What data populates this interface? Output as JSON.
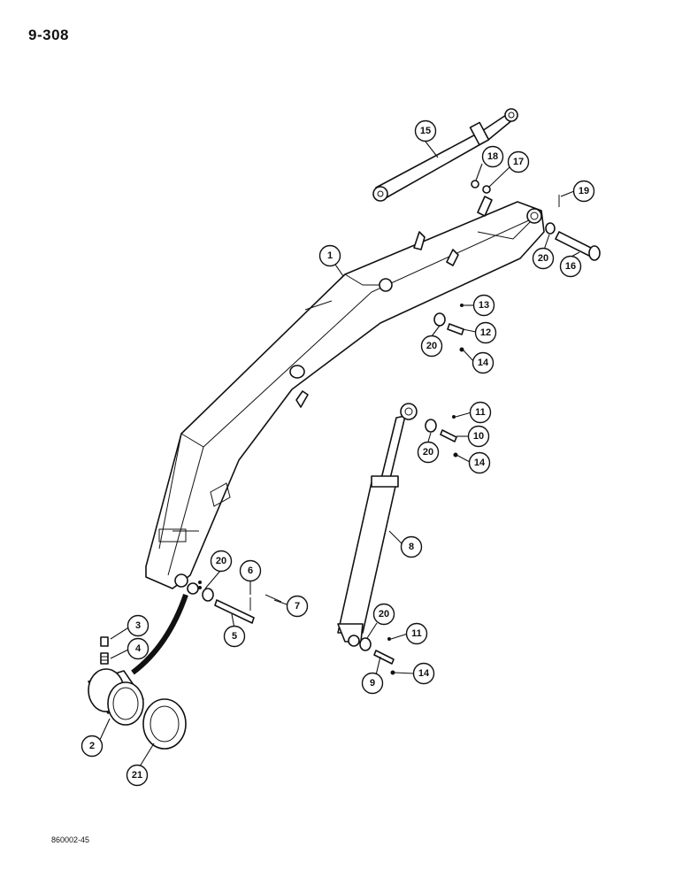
{
  "page_number": "9-308",
  "figure_code": "860002-45",
  "callouts": [
    {
      "label": "1"
    },
    {
      "label": "2"
    },
    {
      "label": "3"
    },
    {
      "label": "4"
    },
    {
      "label": "5"
    },
    {
      "label": "6"
    },
    {
      "label": "7"
    },
    {
      "label": "8"
    },
    {
      "label": "9"
    },
    {
      "label": "10"
    },
    {
      "label": "11"
    },
    {
      "label": "11"
    },
    {
      "label": "12"
    },
    {
      "label": "13"
    },
    {
      "label": "14"
    },
    {
      "label": "14"
    },
    {
      "label": "14"
    },
    {
      "label": "15"
    },
    {
      "label": "16"
    },
    {
      "label": "17"
    },
    {
      "label": "18"
    },
    {
      "label": "19"
    },
    {
      "label": "20"
    },
    {
      "label": "20"
    },
    {
      "label": "20"
    },
    {
      "label": "20"
    },
    {
      "label": "20"
    },
    {
      "label": "21"
    }
  ]
}
